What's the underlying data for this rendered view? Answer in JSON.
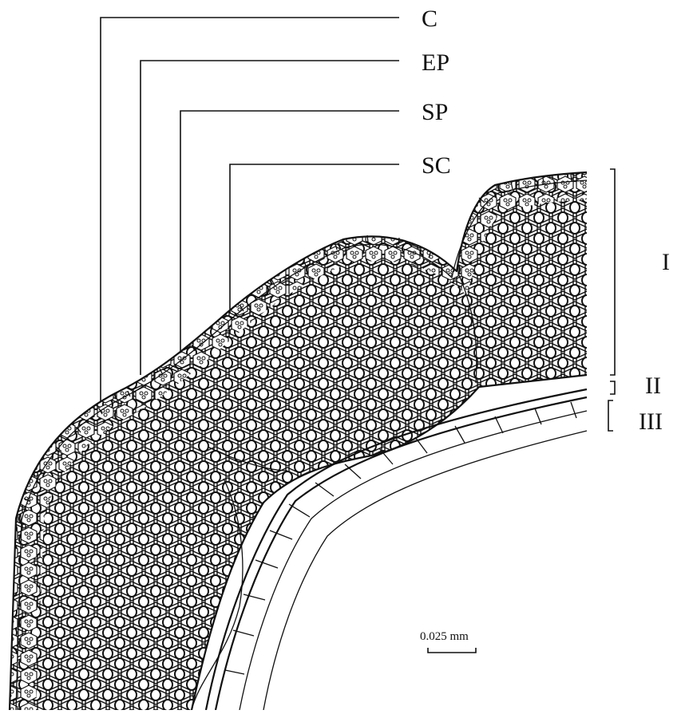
{
  "leader_labels": {
    "c": "C",
    "ep": "EP",
    "sp": "SP",
    "sc": "SC"
  },
  "region_labels": {
    "i": "I",
    "ii": "II",
    "iii": "III"
  },
  "scale_bar": {
    "label": "0.025 mm"
  }
}
